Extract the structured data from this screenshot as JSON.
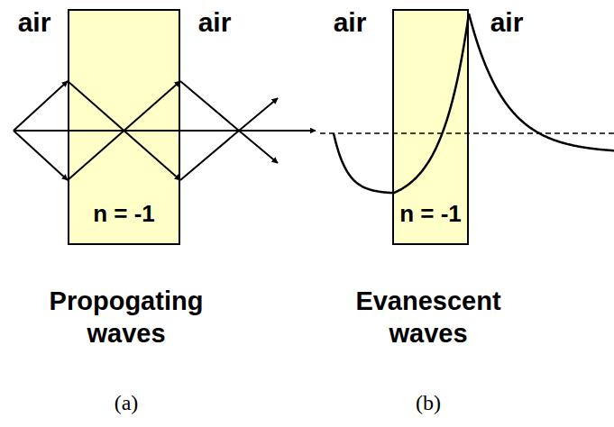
{
  "diagram": {
    "nodes": [
      {
        "text": [
          "n = -1"
        ]
      },
      {
        "text": [
          "n = -1"
        ]
      }
    ],
    "labels": [
      "air",
      "air",
      "air",
      "air",
      "Propogating waves",
      "Evanescent waves",
      "(a)",
      "(b)"
    ]
  }
}
